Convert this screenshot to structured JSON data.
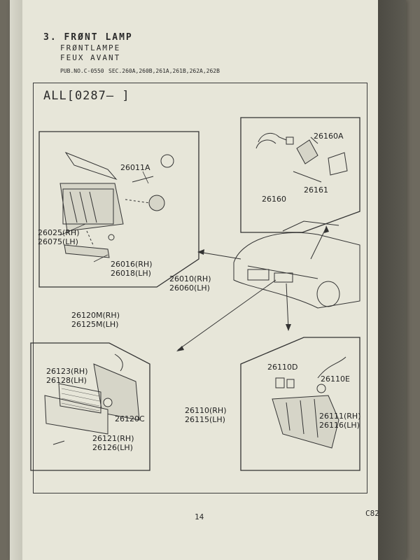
{
  "header": {
    "title": "3. FRØNT LAMP",
    "subtitle_de": "FRØNTLAMPE",
    "subtitle_fr": "FEUX AVANT",
    "pub_no": "PUB.NO.C-0550",
    "sec": "SEC.260A,260B,261A,261B,262A,262B"
  },
  "diagram": {
    "applicability": "ALL[0287—      ]",
    "parts": {
      "p26011A": "26011A",
      "p26025": "26025(RH)",
      "p26075": "26075(LH)",
      "p26016": "26016(RH)",
      "p26018": "26018(LH)",
      "p26010": "26010(RH)",
      "p26060": "26060(LH)",
      "p26160": "26160",
      "p26160A": "26160A",
      "p26161": "26161",
      "p26120M": "26120M(RH)",
      "p26125M": "26125M(LH)",
      "p26123": "26123(RH)",
      "p26128": "26128(LH)",
      "p26120C": "26120C",
      "p26121": "26121(RH)",
      "p26126": "26126(LH)",
      "p26110D": "26110D",
      "p26110E": "26110E",
      "p26110": "26110(RH)",
      "p26115": "26115(LH)",
      "p26111": "26111(RH)",
      "p26116": "26116(LH)"
    }
  },
  "footer": {
    "page_number": "14",
    "section_code": "C82"
  }
}
